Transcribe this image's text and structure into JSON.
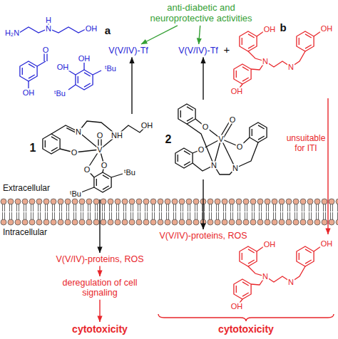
{
  "diagram": {
    "nodes": [
      {
        "text": [
          "anti-diabetic and neuroprotective activities"
        ]
      },
      {
        "text": [
          "V(V/IV)-Tf"
        ]
      },
      {
        "text": [
          "1"
        ]
      },
      {
        "text": [
          "V(V/IV)-proteins, ROS"
        ]
      },
      {
        "text": [
          "deregulation of cell signaling"
        ]
      },
      {
        "text": [
          "cytotoxicity"
        ]
      },
      {
        "text": [
          "V(V/IV)-Tf"
        ]
      },
      {
        "text": [
          "2"
        ]
      },
      {
        "text": [
          "OH",
          "OH",
          "N",
          "N",
          "OH"
        ]
      },
      {
        "text": [
          "V(V/IV)-proteins, ROS"
        ]
      },
      {
        "text": [
          "OH",
          "OH",
          "N",
          "N",
          "OH"
        ]
      },
      {
        "text": [
          "cytotoxicity"
        ]
      }
    ],
    "edges": [
      {
        "from": 0,
        "to": 1,
        "arrow": "to"
      },
      {
        "from": 0,
        "to": 6,
        "arrow": "to"
      },
      {
        "from": 2,
        "to": 1,
        "arrow": "to"
      },
      {
        "from": 2,
        "to": 3,
        "arrow": "to"
      },
      {
        "from": 3,
        "to": 4,
        "arrow": "to"
      },
      {
        "from": 4,
        "to": 5,
        "arrow": "to"
      },
      {
        "from": 7,
        "to": 6,
        "arrow": "to"
      },
      {
        "from": 7,
        "to": 9,
        "arrow": "to"
      },
      {
        "from": 8,
        "to": 10,
        "label": "unsuitable for ITI",
        "arrow": "to"
      }
    ],
    "labels": [
      "a",
      "H₂N",
      "N",
      "H",
      "OH",
      "O",
      "OH",
      "OH",
      "OH",
      "ᵗBu",
      "ᵗBu",
      "N",
      "O",
      "V",
      "O",
      "NH",
      "OH",
      "O",
      "O",
      "ᵗBu",
      "ᵗBu",
      "Extracellular",
      "Intracellular",
      "b",
      "+",
      "O",
      "O",
      "V",
      "O",
      "O",
      "N",
      "N"
    ]
  }
}
